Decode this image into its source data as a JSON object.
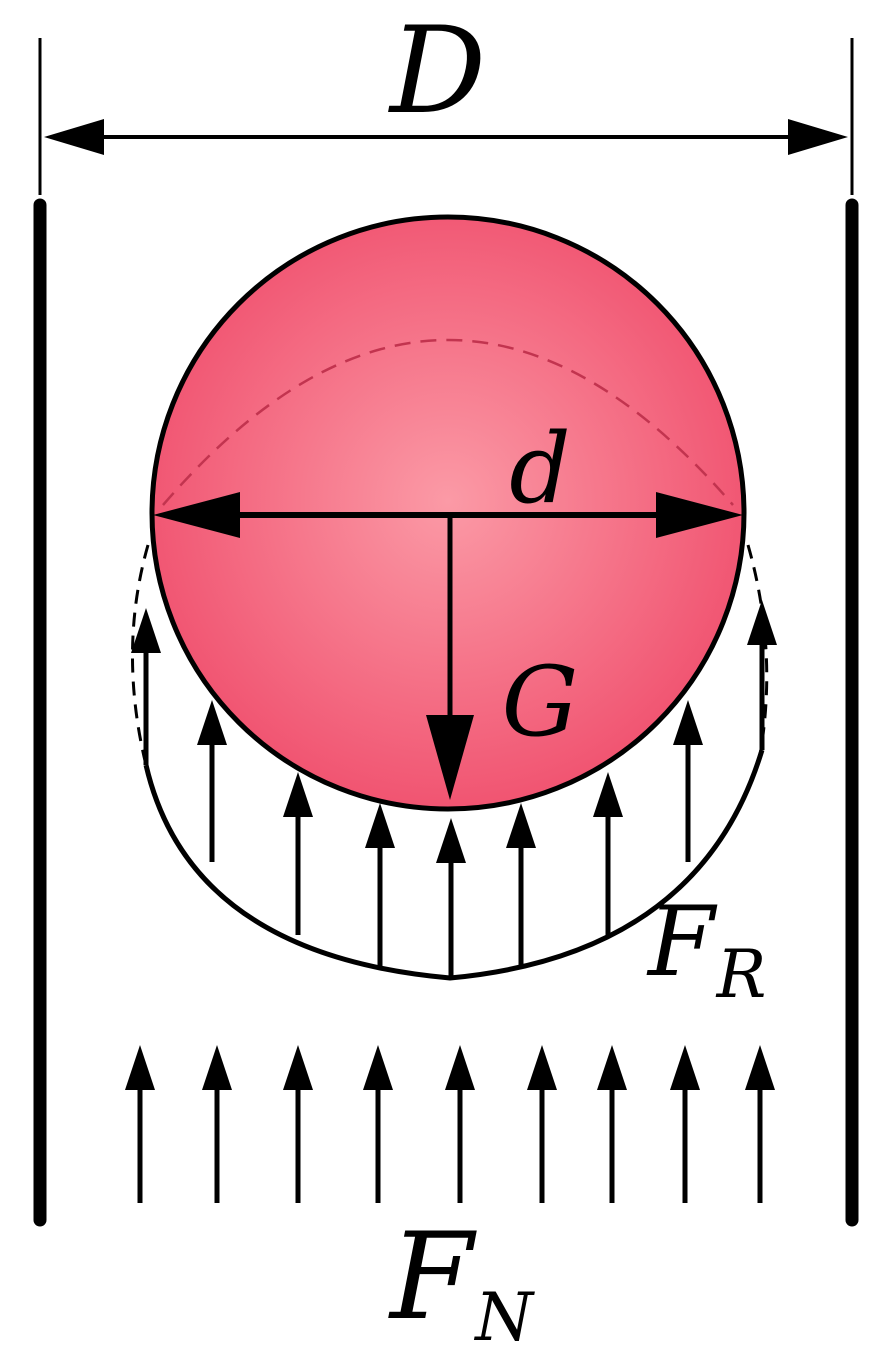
{
  "labels": {
    "tube_diameter": "D",
    "sphere_diameter": "d",
    "gravity": "G",
    "resistance_main": "F",
    "resistance_sub": "R",
    "normal_main": "F",
    "normal_sub": "N"
  },
  "colors": {
    "sphere_center": "#fb9aa6",
    "sphere_edge": "#f0506e",
    "stroke": "#000000",
    "background": "#ffffff"
  },
  "arrays": {
    "resistance_arrow_count": 9,
    "normal_arrow_count": 9
  }
}
